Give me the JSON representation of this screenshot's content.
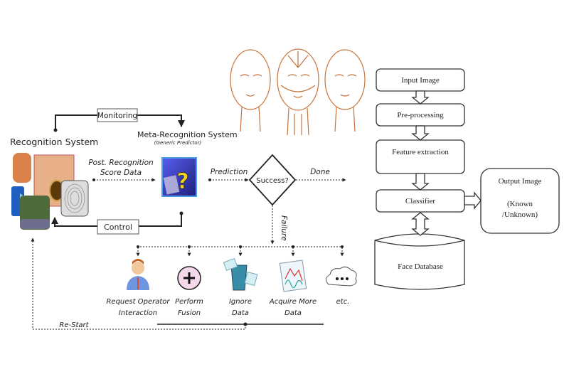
{
  "left_diagram": {
    "recognition_system": "Recognition System",
    "meta_system": "Meta-Recognition System",
    "meta_subtitle": "(Generic Predictor)",
    "monitoring": "Monitoring",
    "control": "Control",
    "post_recognition_1": "Post. Recognition",
    "post_recognition_2": "Score Data",
    "prediction": "Prediction",
    "decision": "Success?",
    "done": "Done",
    "failure": "Failure",
    "restart": "Re-Start",
    "actions": [
      {
        "line1": "Request Operator",
        "line2": "Interaction",
        "icon": "person-icon"
      },
      {
        "line1": "Perform",
        "line2": "Fusion",
        "icon": "plus-circle-icon"
      },
      {
        "line1": "Ignore",
        "line2": "Data",
        "icon": "trash-icon"
      },
      {
        "line1": "Acquire More",
        "line2": "Data",
        "icon": "chart-icon"
      },
      {
        "line1": "etc.",
        "line2": "",
        "icon": "cloud-icon"
      }
    ],
    "colors": {
      "face_line": "#c8733a",
      "meta_cube": "#3b3fd0",
      "question": "#f2d21b"
    }
  },
  "right_diagram": {
    "input_image": "Input Image",
    "preprocessing": "Pre-processing",
    "feature_extraction": "Feature extraction",
    "classifier": "Classifier",
    "face_database": "Face Database",
    "output_image": "Output Image",
    "output_known_1": "(Known",
    "output_known_2": "/Unknown)"
  }
}
